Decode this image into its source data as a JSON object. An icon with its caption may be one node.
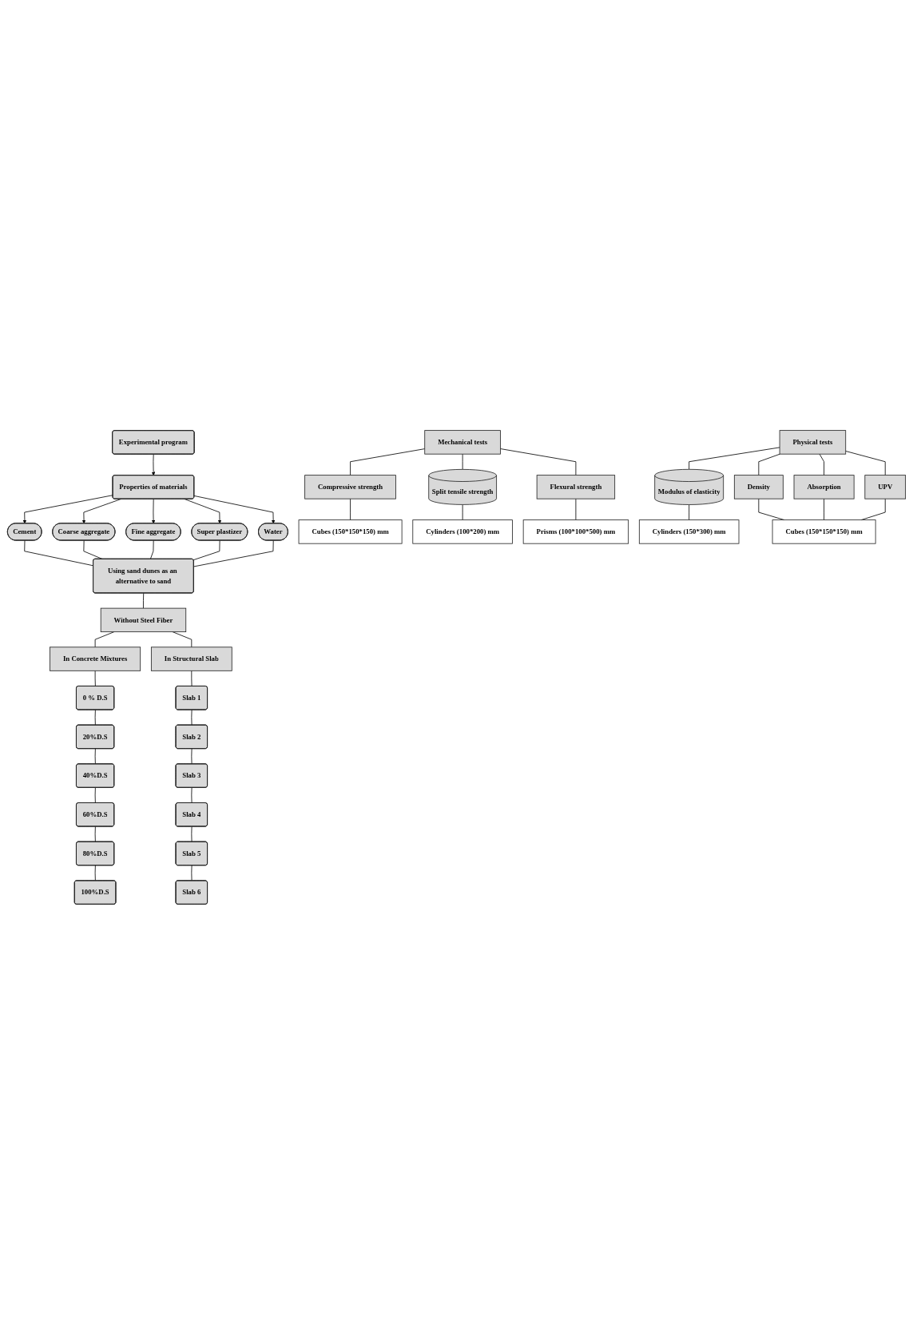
{
  "diagram": {
    "nodes": [
      {
        "text": [
          "Experimental program"
        ]
      },
      {
        "text": [
          "Properties of materials"
        ]
      },
      {
        "text": [
          "Cement"
        ]
      },
      {
        "text": [
          "Coarse aggregate"
        ]
      },
      {
        "text": [
          "Fine aggregate"
        ]
      },
      {
        "text": [
          "Super plastizer"
        ]
      },
      {
        "text": [
          "Water"
        ]
      },
      {
        "text": [
          "Using sand dunes as an alternative to sand"
        ]
      },
      {
        "text": [
          "Without Steel Fiber"
        ]
      },
      {
        "text": [
          "In Concrete Mixtures"
        ]
      },
      {
        "text": [
          "In Structural Slab"
        ]
      },
      {
        "text": [
          "0 % D.S"
        ]
      },
      {
        "text": [
          "20%D.S"
        ]
      },
      {
        "text": [
          "40%D.S"
        ]
      },
      {
        "text": [
          "60%D.S"
        ]
      },
      {
        "text": [
          "80%D.S"
        ]
      },
      {
        "text": [
          "100%D.S"
        ]
      },
      {
        "text": [
          "Slab 1"
        ]
      },
      {
        "text": [
          "Slab 2"
        ]
      },
      {
        "text": [
          "Slab 3"
        ]
      },
      {
        "text": [
          "Slab 4"
        ]
      },
      {
        "text": [
          "Slab 5"
        ]
      },
      {
        "text": [
          "Slab 6"
        ]
      },
      {
        "text": [
          "Mechanical tests"
        ]
      },
      {
        "text": [
          "Physical tests"
        ]
      },
      {
        "text": [
          "Compressive strength"
        ]
      },
      {
        "text": [
          "Split tensile strength"
        ]
      },
      {
        "text": [
          "Flexural strength"
        ]
      },
      {
        "text": [
          "Cubes (150*150*150) mm"
        ]
      },
      {
        "text": [
          "Cylinders (100*200) mm"
        ]
      },
      {
        "text": [
          "Prisms (100*100*500) mm"
        ]
      },
      {
        "text": [
          "Modulus of elasticity"
        ]
      },
      {
        "text": [
          "Density"
        ]
      },
      {
        "text": [
          "Absorption"
        ]
      },
      {
        "text": [
          "UPV"
        ]
      },
      {
        "text": [
          "Cylinders (150*300) mm"
        ]
      },
      {
        "text": [
          "Cubes (150*150*150) mm"
        ]
      }
    ],
    "edges": [
      {
        "from": 0,
        "to": 1,
        "arrow": "to"
      },
      {
        "from": 1,
        "to": 2,
        "arrow": "to"
      },
      {
        "from": 1,
        "to": 3,
        "arrow": "to"
      },
      {
        "from": 1,
        "to": 4,
        "arrow": "to"
      },
      {
        "from": 1,
        "to": 5,
        "arrow": "to"
      },
      {
        "from": 1,
        "to": 6,
        "arrow": "to"
      },
      {
        "from": 2,
        "to": 7,
        "arrow": "none"
      },
      {
        "from": 3,
        "to": 7,
        "arrow": "none"
      },
      {
        "from": 4,
        "to": 7,
        "arrow": "none"
      },
      {
        "from": 5,
        "to": 7,
        "arrow": "none"
      },
      {
        "from": 6,
        "to": 7,
        "arrow": "none"
      },
      {
        "from": 7,
        "to": 8,
        "arrow": "none"
      },
      {
        "from": 8,
        "to": 9,
        "arrow": "none"
      },
      {
        "from": 8,
        "to": 10,
        "arrow": "none"
      },
      {
        "from": 9,
        "to": 11,
        "arrow": "none"
      },
      {
        "from": 11,
        "to": 12,
        "arrow": "none"
      },
      {
        "from": 12,
        "to": 13,
        "arrow": "none"
      },
      {
        "from": 13,
        "to": 14,
        "arrow": "none"
      },
      {
        "from": 14,
        "to": 15,
        "arrow": "none"
      },
      {
        "from": 15,
        "to": 16,
        "arrow": "none"
      },
      {
        "from": 10,
        "to": 17,
        "arrow": "none"
      },
      {
        "from": 17,
        "to": 18,
        "arrow": "none"
      },
      {
        "from": 18,
        "to": 19,
        "arrow": "none"
      },
      {
        "from": 19,
        "to": 20,
        "arrow": "none"
      },
      {
        "from": 20,
        "to": 21,
        "arrow": "none"
      },
      {
        "from": 21,
        "to": 22,
        "arrow": "none"
      },
      {
        "from": 23,
        "to": 25,
        "arrow": "none"
      },
      {
        "from": 23,
        "to": 26,
        "arrow": "none"
      },
      {
        "from": 23,
        "to": 27,
        "arrow": "none"
      },
      {
        "from": 25,
        "to": 28,
        "arrow": "none"
      },
      {
        "from": 26,
        "to": 29,
        "arrow": "none"
      },
      {
        "from": 27,
        "to": 30,
        "arrow": "none"
      },
      {
        "from": 24,
        "to": 31,
        "arrow": "none"
      },
      {
        "from": 24,
        "to": 32,
        "arrow": "none"
      },
      {
        "from": 24,
        "to": 33,
        "arrow": "none"
      },
      {
        "from": 24,
        "to": 34,
        "arrow": "none"
      },
      {
        "from": 31,
        "to": 35,
        "arrow": "none"
      },
      {
        "from": 32,
        "to": 36,
        "arrow": "none"
      },
      {
        "from": 33,
        "to": 36,
        "arrow": "none"
      },
      {
        "from": 34,
        "to": 36,
        "arrow": "none"
      }
    ]
  }
}
